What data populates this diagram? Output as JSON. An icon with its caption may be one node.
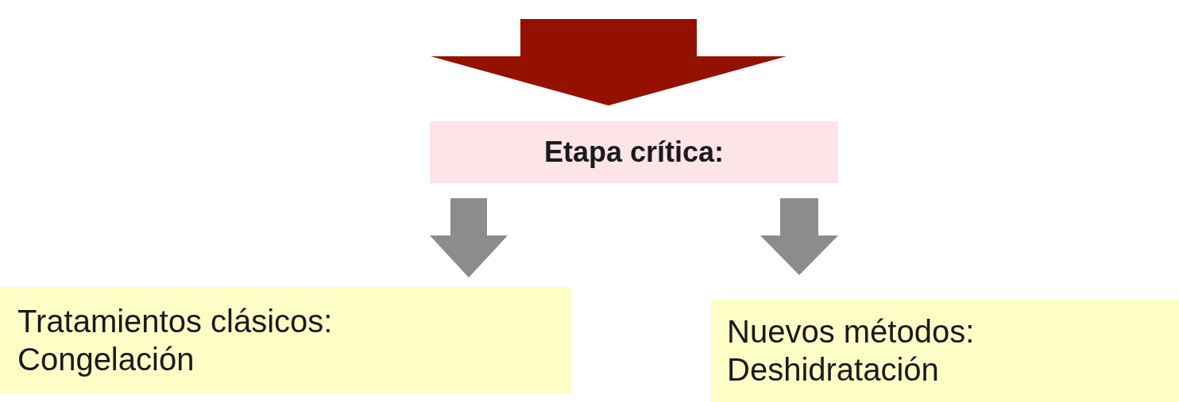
{
  "diagram": {
    "nodes": [
      {
        "text": [
          "Etapa crítica:"
        ]
      },
      {
        "text": [
          "Tratamientos clásicos:",
          "Congelación"
        ]
      },
      {
        "text": [
          "Nuevos métodos:",
          "Deshidratación"
        ]
      }
    ],
    "edges": [
      {
        "from": null,
        "to": 0,
        "arrow": "to",
        "style": "thick",
        "color": "#941100"
      },
      {
        "from": 0,
        "to": 1,
        "arrow": "to",
        "style": "thick"
      },
      {
        "from": 0,
        "to": 2,
        "arrow": "to",
        "style": "thick"
      }
    ]
  }
}
